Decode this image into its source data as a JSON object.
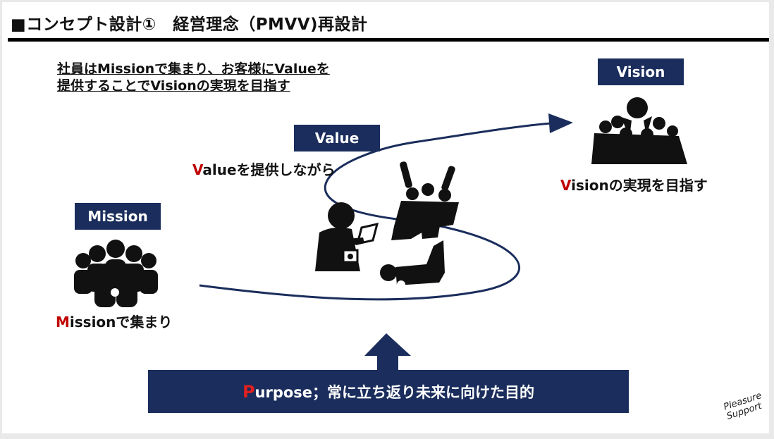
{
  "header": {
    "title": "■コンセプト設計①　経営理念（PMVV)再設計"
  },
  "summary": {
    "line1": "社員はMissionで集まり、お客様にValueを",
    "line2": "提供することでVisionの実現を目指す"
  },
  "mission": {
    "label": "Mission",
    "caption_lead": "M",
    "caption_rest": "issionで集まり",
    "icon": "crowd-icon"
  },
  "value": {
    "label": "Value",
    "caption_lead": "V",
    "caption_rest": "alueを提供しながら",
    "icon": "service-icon"
  },
  "vision": {
    "label": "Vision",
    "caption_lead": "V",
    "caption_rest": "isionの実現を目指す",
    "icon": "celebration-icon"
  },
  "purpose": {
    "lead": "P",
    "rest": "urpose；常に立ち返り未来に向けた目的"
  },
  "logo": {
    "line1": "Pleasure",
    "line2": "Support"
  },
  "colors": {
    "navy": "#1a2d5c",
    "accent_red": "#c00000"
  }
}
